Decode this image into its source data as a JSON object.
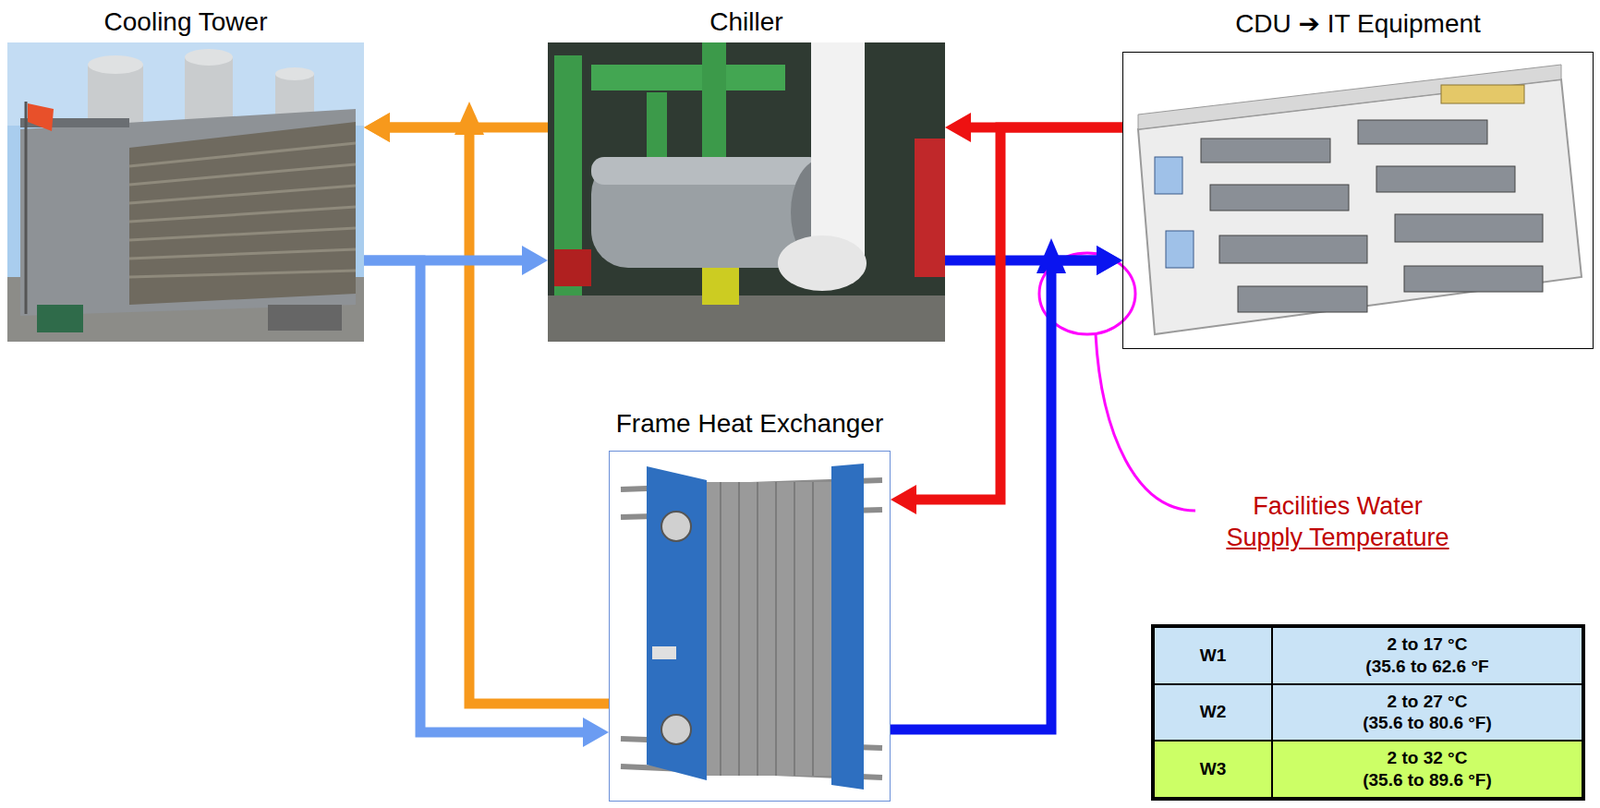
{
  "diagram": {
    "nodes": [
      {
        "text": [
          "Cooling Tower"
        ]
      },
      {
        "text": [
          "Chiller"
        ]
      },
      {
        "text": [
          "CDU ➔ IT Equipment"
        ]
      },
      {
        "text": [
          "Frame Heat Exchanger"
        ]
      }
    ],
    "edges": [
      {
        "from": 1,
        "to": 0,
        "arrow": "to"
      },
      {
        "from": 3,
        "to": 0,
        "arrow": "to"
      },
      {
        "from": 0,
        "to": 1,
        "arrow": "to"
      },
      {
        "from": 0,
        "to": 3,
        "arrow": "to"
      },
      {
        "from": 1,
        "to": 2,
        "arrow": "to"
      },
      {
        "from": 3,
        "to": 2,
        "arrow": "to"
      },
      {
        "from": 2,
        "to": 1,
        "arrow": "to"
      },
      {
        "from": 2,
        "to": 3,
        "arrow": "to"
      }
    ],
    "labels": [
      "Facilities Water",
      "Supply Temperature",
      "W1",
      "2 to 17 °C",
      "(35.6 to 62.6 °F",
      "W2",
      "2 to 27 °C",
      "(35.6 to 80.6 °F)",
      "W3",
      "2 to 32 °C",
      "(35.6 to 89.6 °F)"
    ]
  }
}
